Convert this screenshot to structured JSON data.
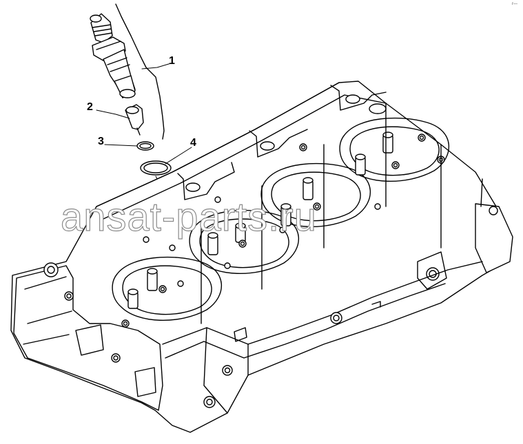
{
  "diagram": {
    "callouts": [
      {
        "id": "1",
        "label": "1"
      },
      {
        "id": "2",
        "label": "2"
      },
      {
        "id": "3",
        "label": "3"
      },
      {
        "id": "4",
        "label": "4"
      }
    ],
    "watermark": "ansat-parts.ru",
    "corner_mark": "r—"
  }
}
